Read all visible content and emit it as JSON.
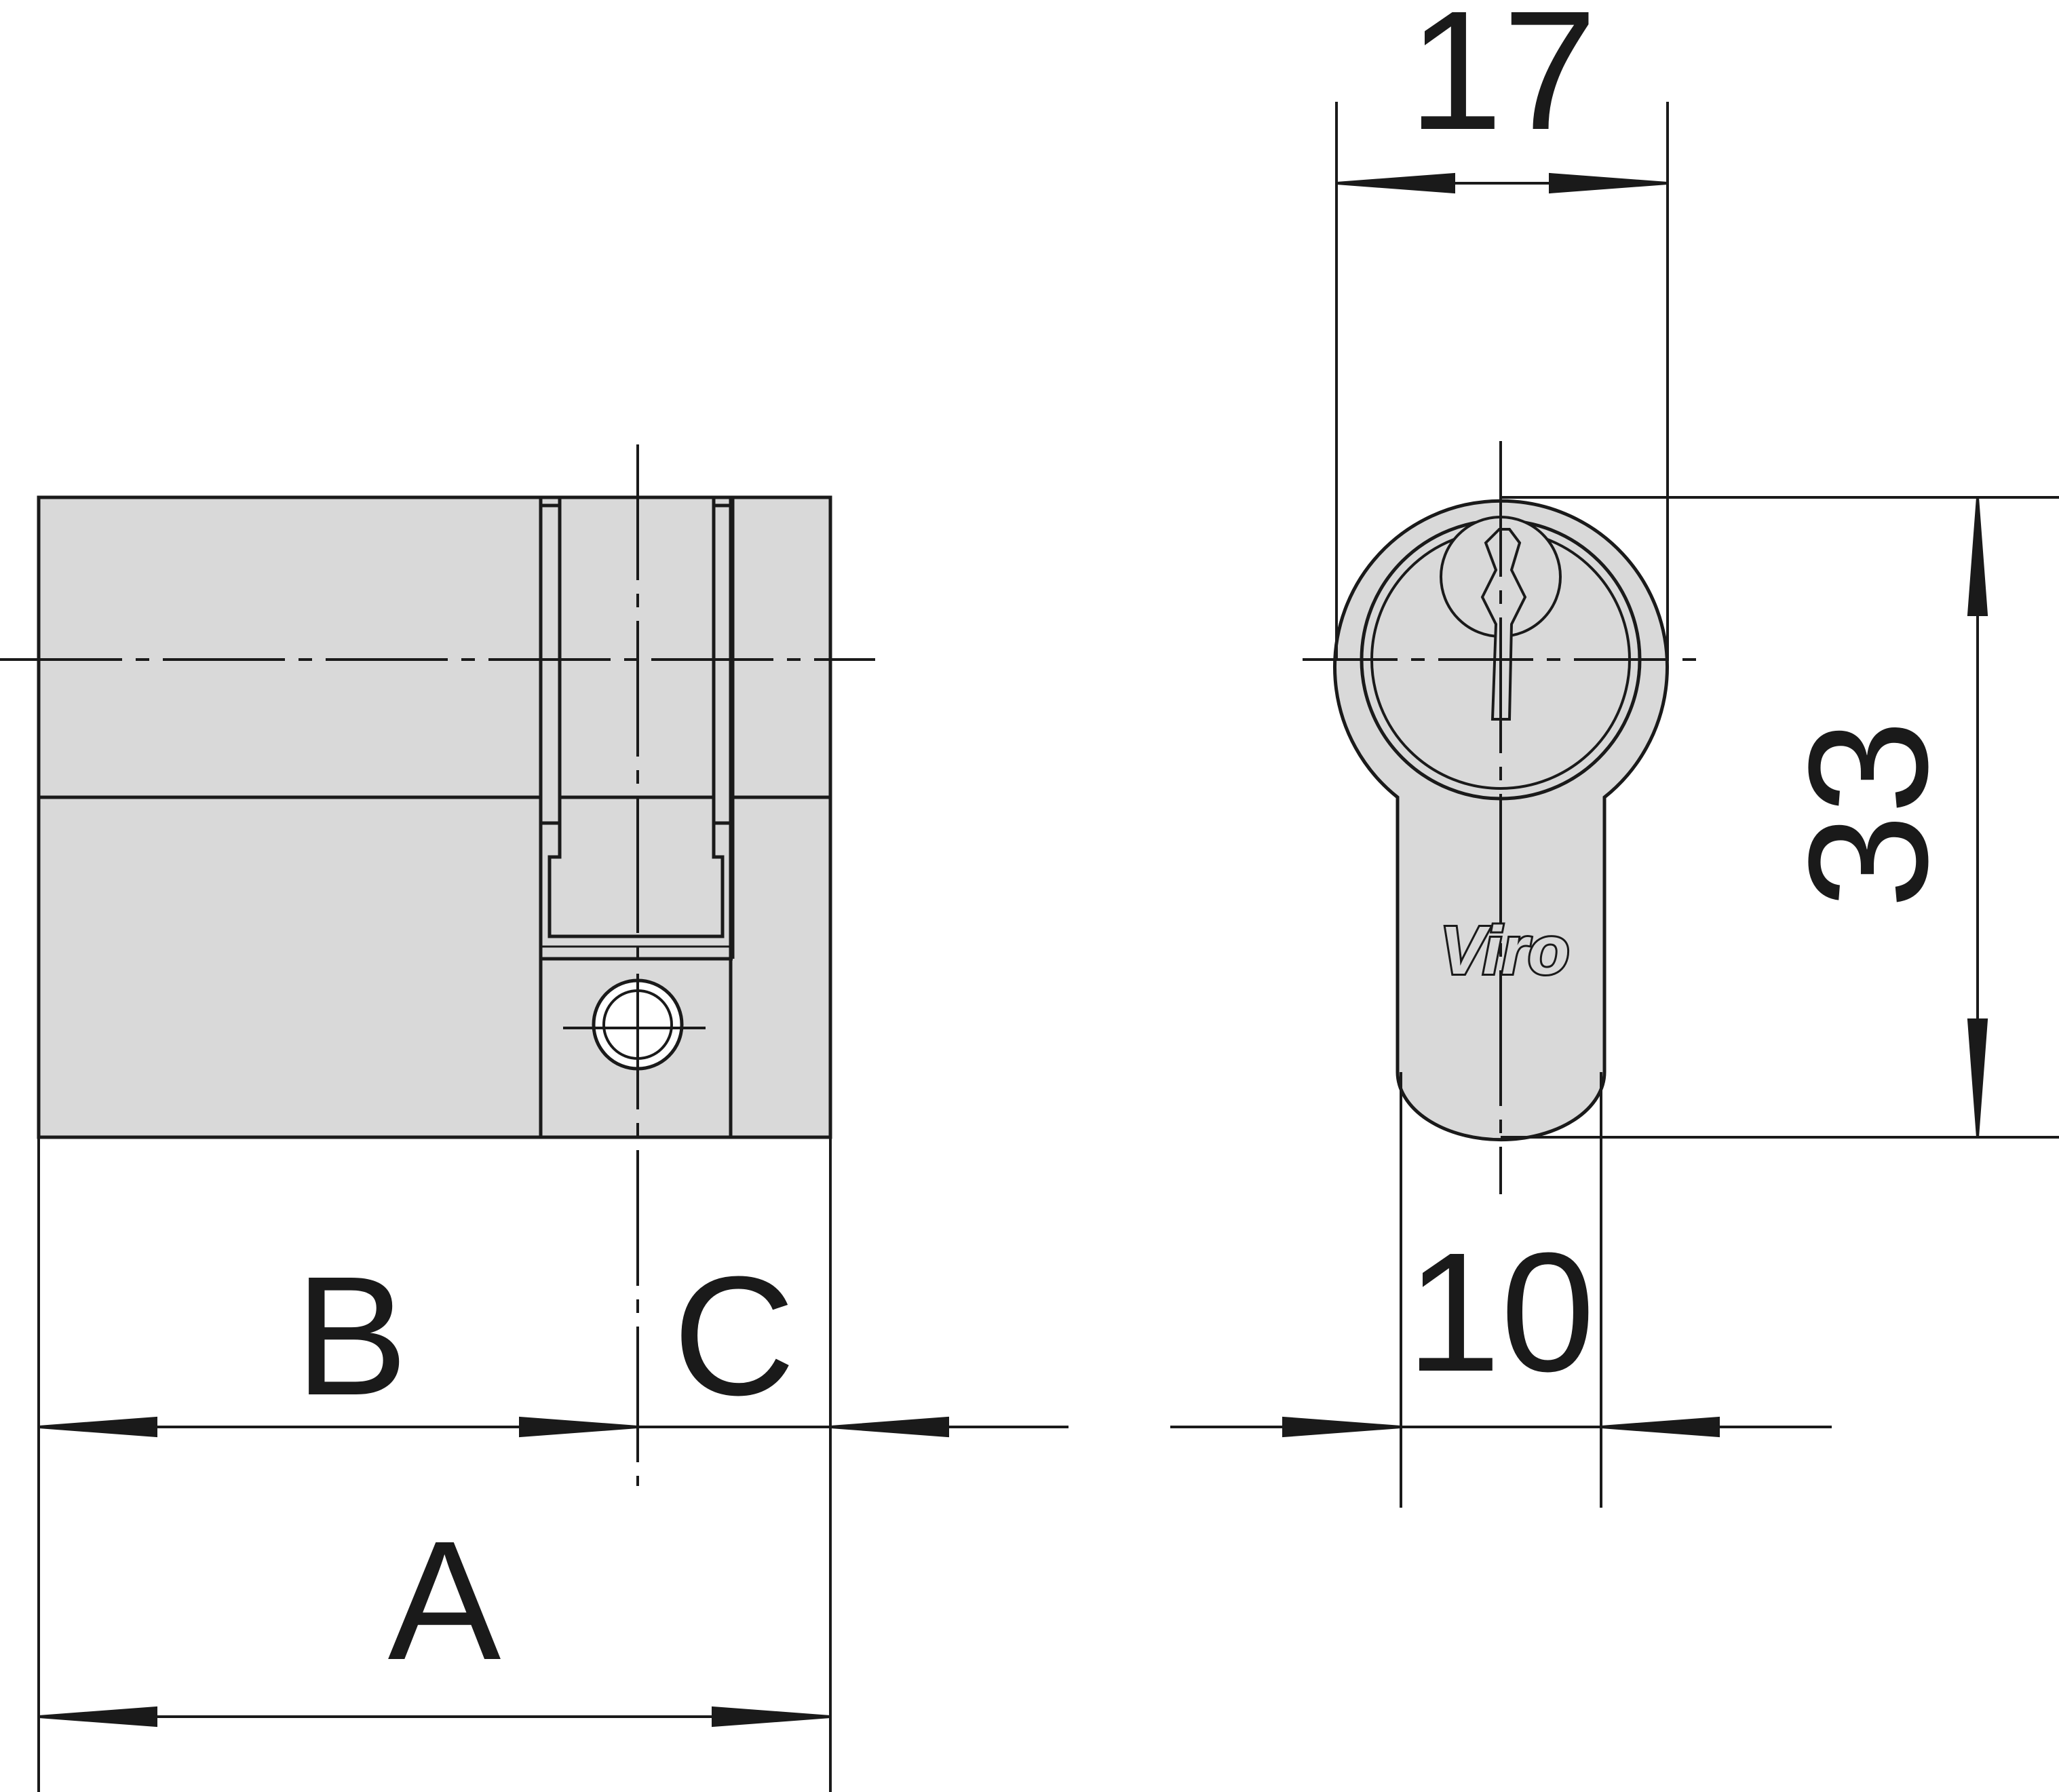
{
  "dimensions": {
    "a_label": "A",
    "b_label": "B",
    "c_label": "C",
    "width_value": "17",
    "height_value": "33",
    "cam_width_value": "10"
  },
  "brand": {
    "text": "Viro"
  },
  "colors": {
    "line": "#1a1a1a",
    "body_fill": "#d9d9d9",
    "background": "#ffffff"
  }
}
